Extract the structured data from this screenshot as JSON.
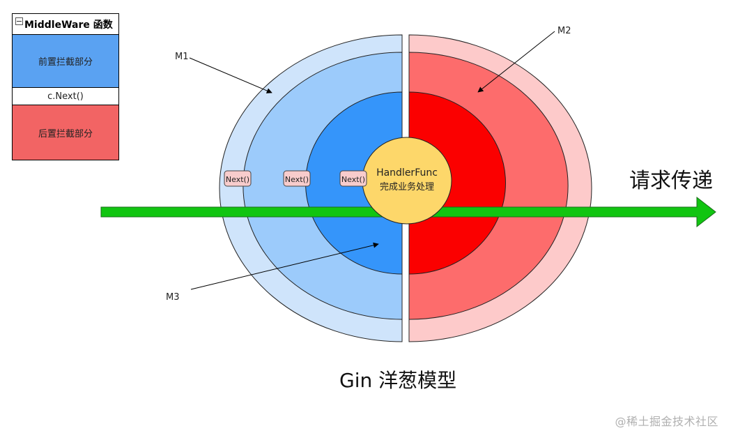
{
  "legend": {
    "header": "MiddleWare 函数",
    "rows": [
      {
        "label": "前置拦截部分",
        "color": "#5aa2f2"
      },
      {
        "label": "c.Next()",
        "color": "#ffffff"
      },
      {
        "label": "后置拦截部分",
        "color": "#f26464"
      }
    ]
  },
  "layers": {
    "m1_left": "#cfe4fb",
    "m1_right": "#fdcaca",
    "m2_left": "#9ccbfb",
    "m2_right": "#fd6c6c",
    "m3_left": "#3595fa",
    "m3_right": "#fb0000",
    "core": "#fdd76a"
  },
  "labels": {
    "m1": "M1",
    "m2": "M2",
    "m3": "M3"
  },
  "next_buttons": [
    "Next()",
    "Next()",
    "Next()"
  ],
  "core": {
    "line1": "HandlerFunc",
    "line2": "完成业务处理"
  },
  "arrow": {
    "label": "请求传递",
    "color": "#11c511"
  },
  "title": "Gin 洋葱模型",
  "watermark": "@稀土掘金技术社区"
}
